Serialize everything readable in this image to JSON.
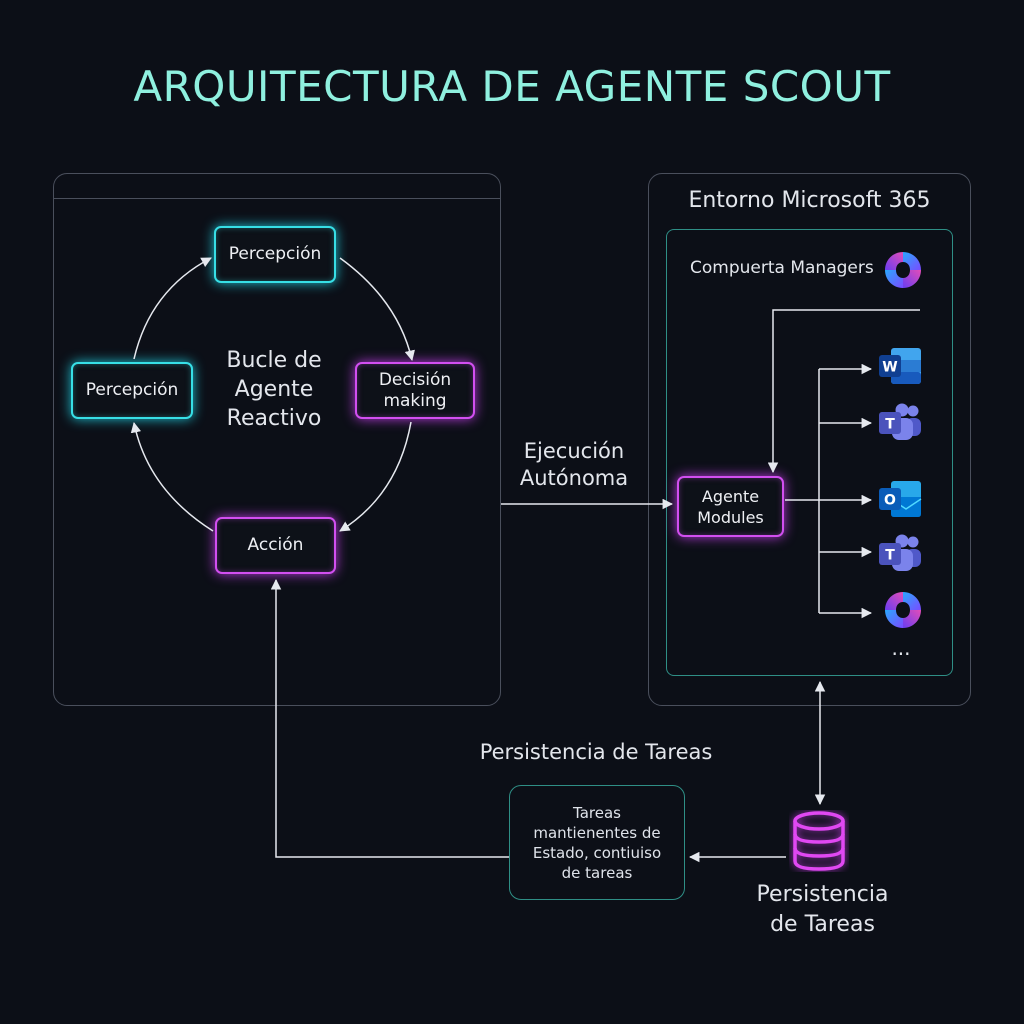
{
  "title": "ARQUITECTURA DE AGENTE SCOUT",
  "loop": {
    "center_label": [
      "Bucle de",
      "Agente",
      "Reactivo"
    ],
    "nodes": {
      "percepcion_top": "Percepción",
      "percepcion_left": "Percepción",
      "decision": [
        "Decisión",
        "making"
      ],
      "accion": "Acción"
    }
  },
  "execution_label": [
    "Ejecución",
    "Autónoma"
  ],
  "environment": {
    "title": "Entorno Microsoft 365",
    "gate_label": "Compuerta Managers",
    "agent_node": [
      "Agente",
      "Modules"
    ],
    "apps": [
      "word-icon",
      "teams-icon",
      "outlook-icon",
      "teams-icon",
      "copilot-icon"
    ],
    "ellipsis": "..."
  },
  "persistence": {
    "heading": "Persistencia de Tareas",
    "box_text": [
      "Tareas",
      "mantienentes de",
      "Estado, contiuiso",
      "de tareas"
    ],
    "db_label": [
      "Persistencia",
      "de Tareas"
    ]
  },
  "colors": {
    "title": "#8ff0df",
    "cyan_node": "#37dfe6",
    "magenta_node": "#d24ff0",
    "teal_border": "#2f8f86"
  }
}
